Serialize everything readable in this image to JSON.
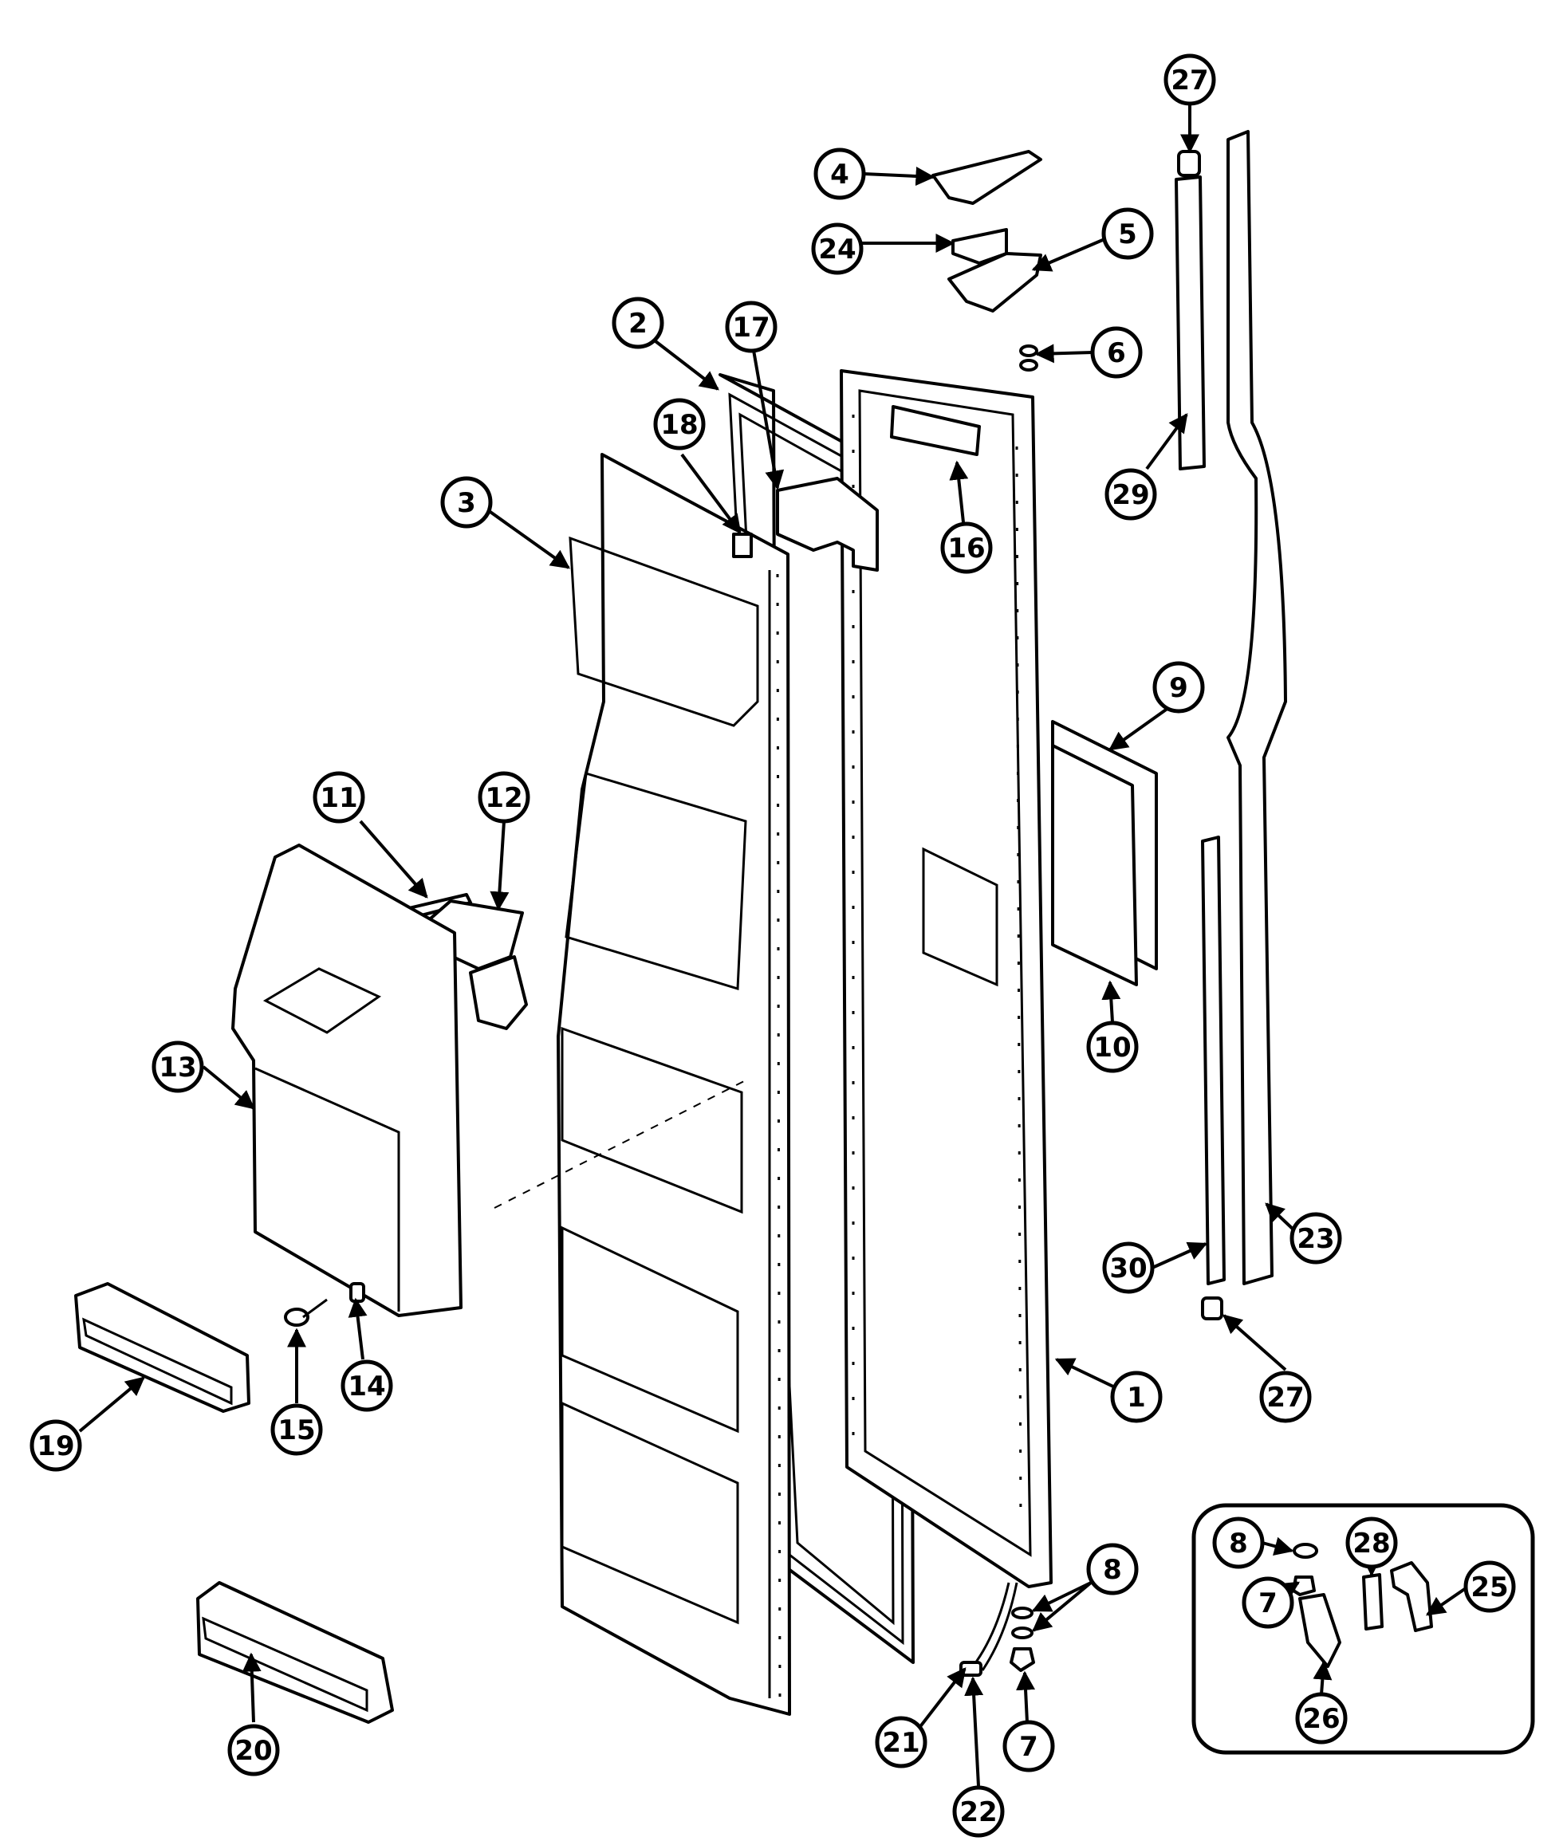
{
  "callouts": [
    {
      "id": "1",
      "label": "1"
    },
    {
      "id": "2",
      "label": "2"
    },
    {
      "id": "3",
      "label": "3"
    },
    {
      "id": "4",
      "label": "4"
    },
    {
      "id": "5",
      "label": "5"
    },
    {
      "id": "6",
      "label": "6"
    },
    {
      "id": "7a",
      "label": "7"
    },
    {
      "id": "7b",
      "label": "7"
    },
    {
      "id": "8a",
      "label": "8"
    },
    {
      "id": "8b",
      "label": "8"
    },
    {
      "id": "9",
      "label": "9"
    },
    {
      "id": "10",
      "label": "10"
    },
    {
      "id": "11",
      "label": "11"
    },
    {
      "id": "12",
      "label": "12"
    },
    {
      "id": "13",
      "label": "13"
    },
    {
      "id": "14",
      "label": "14"
    },
    {
      "id": "15",
      "label": "15"
    },
    {
      "id": "16",
      "label": "16"
    },
    {
      "id": "17",
      "label": "17"
    },
    {
      "id": "18",
      "label": "18"
    },
    {
      "id": "19",
      "label": "19"
    },
    {
      "id": "20",
      "label": "20"
    },
    {
      "id": "21",
      "label": "21"
    },
    {
      "id": "22",
      "label": "22"
    },
    {
      "id": "23",
      "label": "23"
    },
    {
      "id": "24",
      "label": "24"
    },
    {
      "id": "25",
      "label": "25"
    },
    {
      "id": "26",
      "label": "26"
    },
    {
      "id": "27a",
      "label": "27"
    },
    {
      "id": "27b",
      "label": "27"
    },
    {
      "id": "28",
      "label": "28"
    },
    {
      "id": "29",
      "label": "29"
    },
    {
      "id": "30",
      "label": "30"
    }
  ]
}
